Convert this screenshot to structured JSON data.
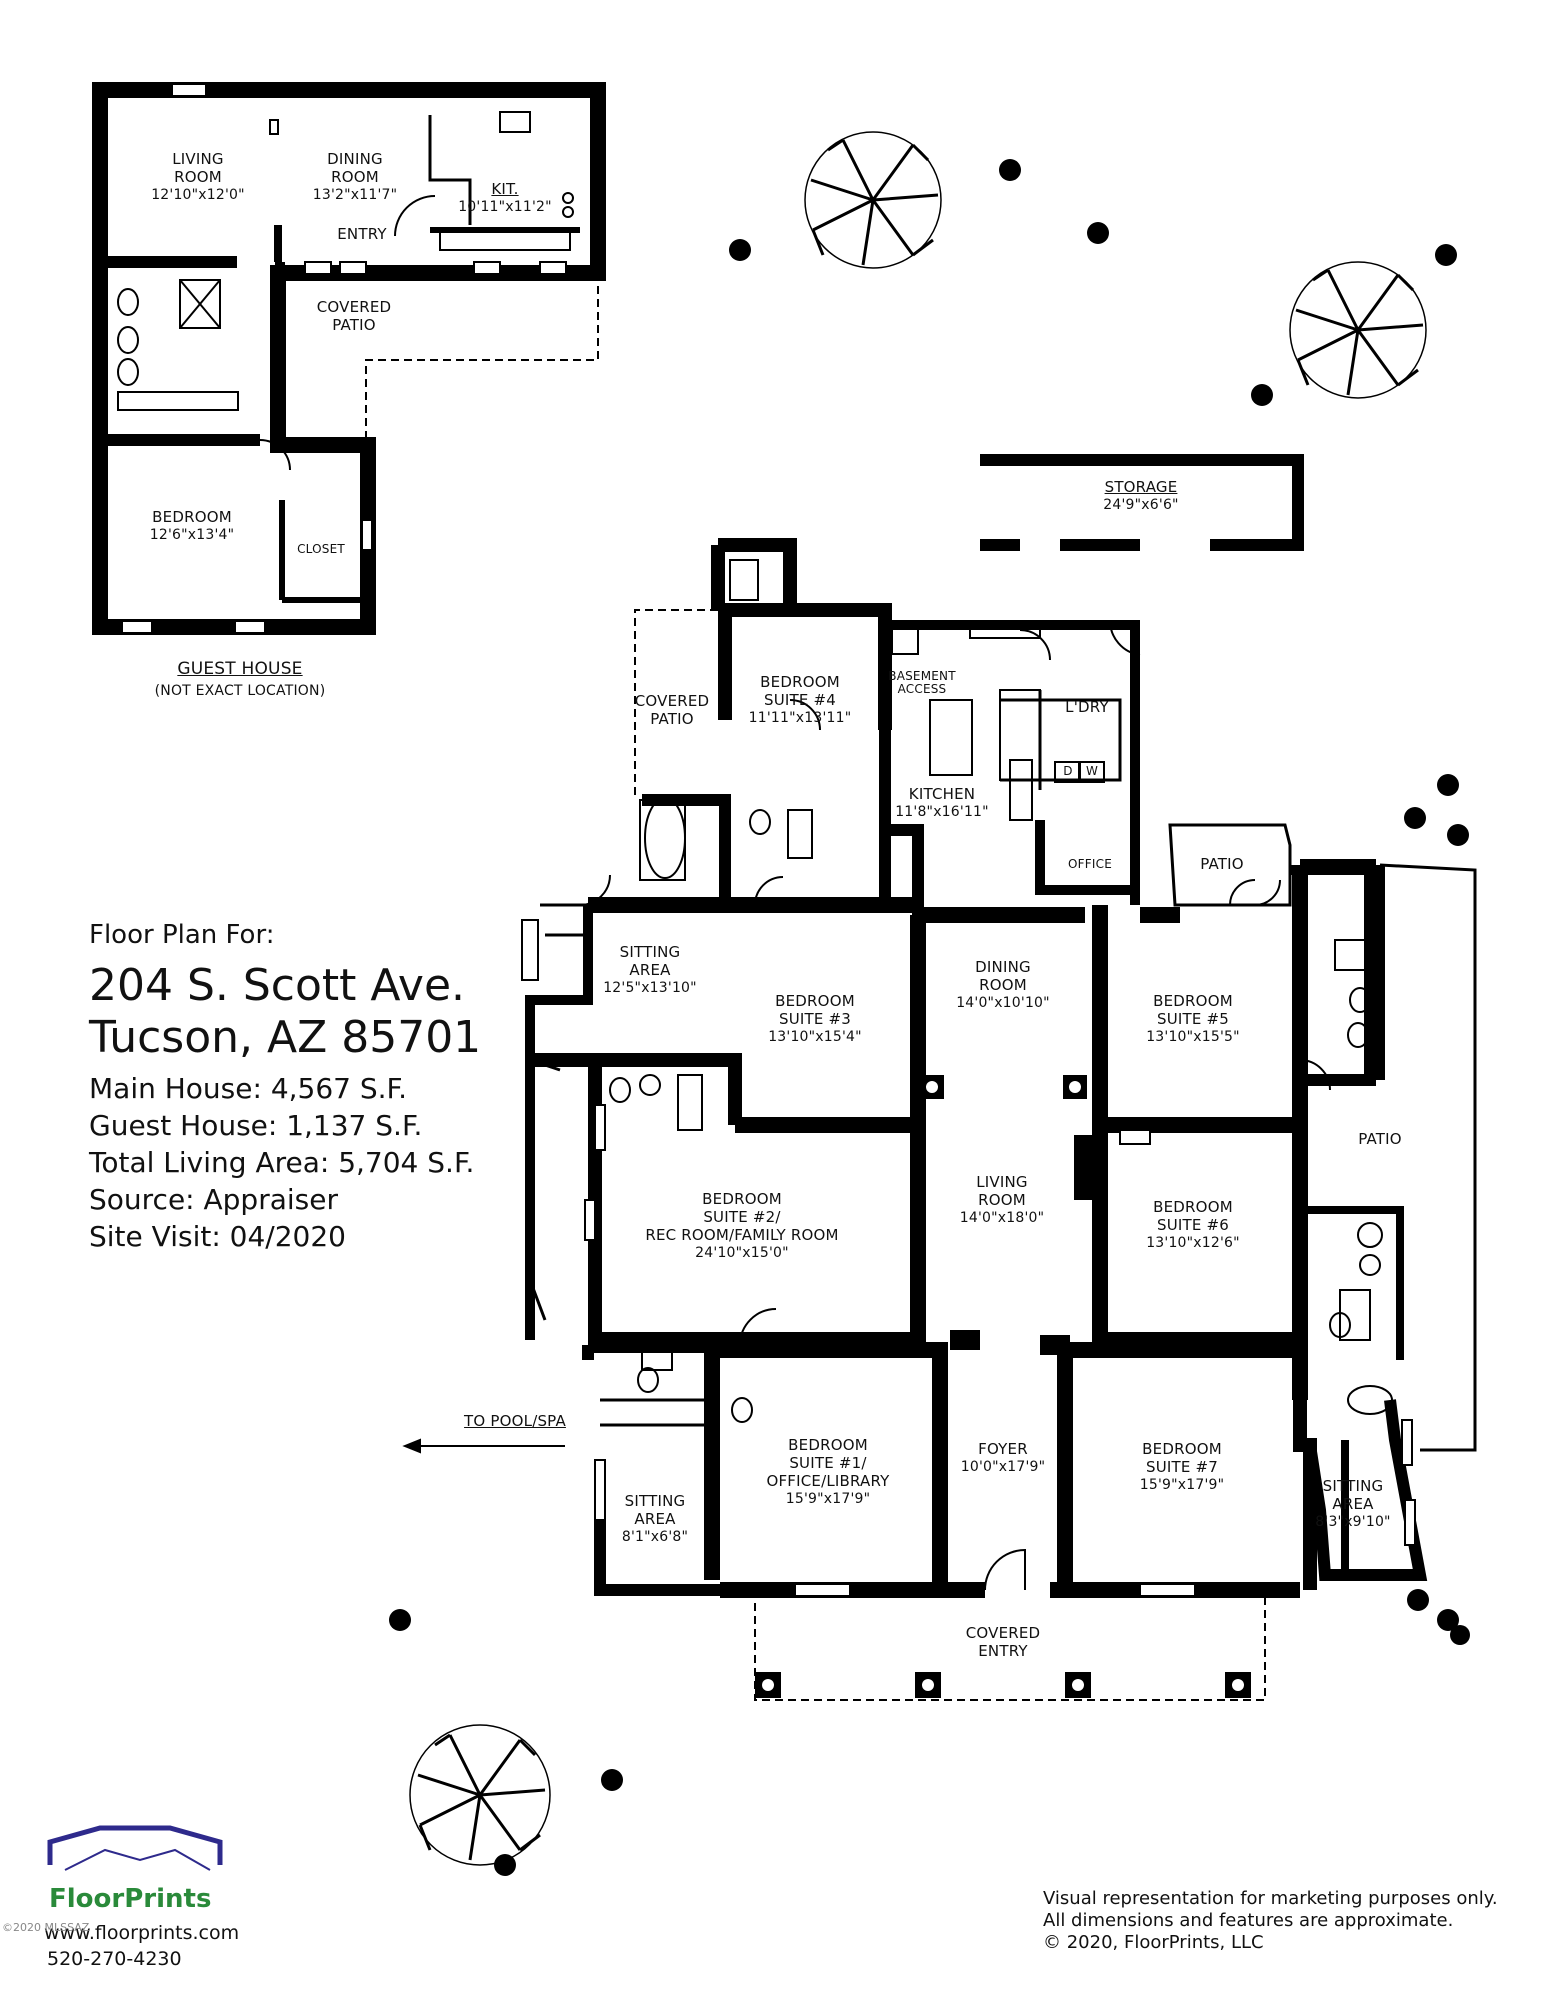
{
  "info": {
    "lead": "Floor Plan For:",
    "address_line1": "204 S. Scott Ave.",
    "address_line2": "Tucson, AZ  85701",
    "main_house": "Main House:  4,567 S.F.",
    "guest_house": "Guest House:  1,137 S.F.",
    "total": "Total Living Area:  5,704 S.F.",
    "source": "Source:  Appraiser",
    "site_visit": "Site Visit:  04/2020"
  },
  "guest_house": {
    "title": "GUEST HOUSE",
    "subtitle": "(NOT EXACT LOCATION)",
    "rooms": {
      "living": {
        "name": "LIVING\nROOM",
        "dims": "12'10\"x12'0\""
      },
      "dining": {
        "name": "DINING\nROOM",
        "dims": "13'2\"x11'7\""
      },
      "kit": {
        "name": "KIT.",
        "dims": "10'11\"x11'2\""
      },
      "entry": {
        "name": "ENTRY"
      },
      "patio": {
        "name": "COVERED\nPATIO"
      },
      "bedroom": {
        "name": "BEDROOM",
        "dims": "12'6\"x13'4\""
      },
      "closet": {
        "name": "CLOSET"
      }
    }
  },
  "main_house": {
    "rooms": {
      "storage": {
        "name": "STORAGE",
        "dims": "24'9\"x6'6\""
      },
      "bed4": {
        "name": "BEDROOM\nSUITE #4",
        "dims": "11'11\"x13'11\""
      },
      "basement": {
        "name": "BASEMENT\nACCESS"
      },
      "laundry": {
        "name": "L'DRY"
      },
      "covered_patio": {
        "name": "COVERED\nPATIO"
      },
      "kitchen": {
        "name": "KITCHEN",
        "dims": "11'8\"x16'11\""
      },
      "office": {
        "name": "OFFICE"
      },
      "patio_top": {
        "name": "PATIO"
      },
      "sitting_top": {
        "name": "SITTING\nAREA",
        "dims": "12'5\"x13'10\""
      },
      "bed3": {
        "name": "BEDROOM\nSUITE #3",
        "dims": "13'10\"x15'4\""
      },
      "dining": {
        "name": "DINING\nROOM",
        "dims": "14'0\"x10'10\""
      },
      "bed5": {
        "name": "BEDROOM\nSUITE #5",
        "dims": "13'10\"x15'5\""
      },
      "patio_right": {
        "name": "PATIO"
      },
      "bed2": {
        "name": "BEDROOM\nSUITE #2/\nREC ROOM/FAMILY ROOM",
        "dims": "24'10\"x15'0\""
      },
      "living": {
        "name": "LIVING\nROOM",
        "dims": "14'0\"x18'0\""
      },
      "bed6": {
        "name": "BEDROOM\nSUITE #6",
        "dims": "13'10\"x12'6\""
      },
      "to_pool": {
        "name": "TO POOL/SPA"
      },
      "bed1": {
        "name": "BEDROOM\nSUITE #1/\nOFFICE/LIBRARY",
        "dims": "15'9\"x17'9\""
      },
      "foyer": {
        "name": "FOYER",
        "dims": "10'0\"x17'9\""
      },
      "bed7": {
        "name": "BEDROOM\nSUITE #7",
        "dims": "15'9\"x17'9\""
      },
      "sitting_left": {
        "name": "SITTING\nAREA",
        "dims": "8'1\"x6'8\""
      },
      "sitting_right": {
        "name": "SITTING\nAREA",
        "dims": "8'3\"x9'10\""
      },
      "covered_entry": {
        "name": "COVERED\nENTRY"
      },
      "dryer": {
        "name": "D"
      },
      "washer": {
        "name": "W"
      }
    }
  },
  "logo": {
    "brand": "FloorPrints",
    "website": "www.floorprints.com",
    "phone": "520-270-4230",
    "watermark": "©2020 MLSSAZ",
    "colors": {
      "roof": "#2e2a8c",
      "brand": "#2a8a3a"
    }
  },
  "disclaimer": {
    "line1": "Visual representation for marketing purposes only.",
    "line2": "All dimensions and features are approximate.",
    "line3": "© 2020, FloorPrints, LLC"
  }
}
